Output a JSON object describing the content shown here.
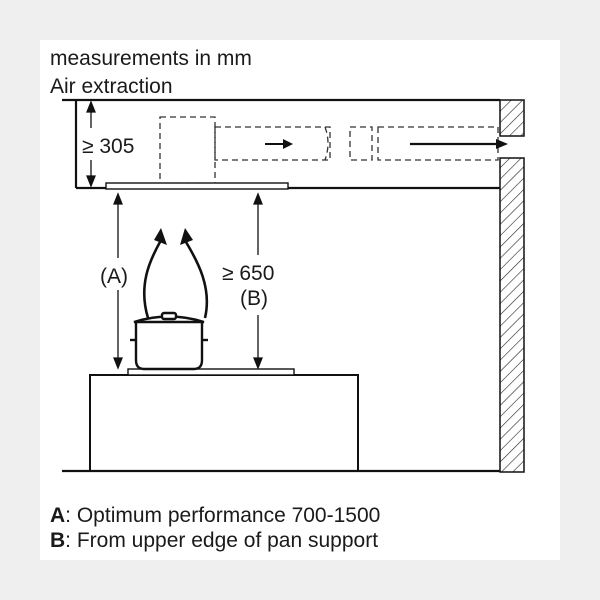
{
  "header": {
    "line1": "measurements in mm",
    "line2": "Air extraction"
  },
  "dimensions": {
    "ceiling_gap": "≥ 305",
    "label_a": "(A)",
    "hood_height": "≥ 650",
    "label_b": "(B)"
  },
  "legend": {
    "a_key": "A",
    "a_text": ": Optimum performance 700-1500",
    "b_key": "B",
    "b_text": ": From upper edge of pan support"
  }
}
